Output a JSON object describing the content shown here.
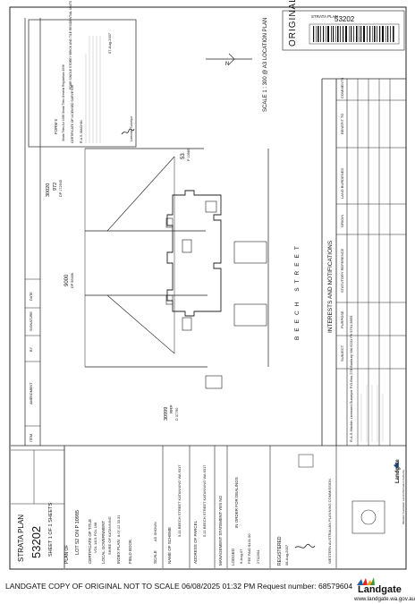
{
  "plan": {
    "original_stamp": "ORIGINAL",
    "stamp_title": "STRATA PLAN",
    "stamp_number": "53202",
    "title": "STRATA PLAN",
    "number": "53202",
    "sheet": "SHEET 1 OF 1 SHEETS",
    "plan_of_label": "PLAN OF",
    "plan_of_value": "LOT 52 ON P 10985",
    "cert_title": "CERTIFICATE OF TITLE",
    "cert_title_value": "VOL 1421 FOL 168",
    "local_gov_label": "LOCAL GOVERNMENT",
    "local_gov_value": "SHIRE OF KATANNING",
    "index_plan_label": "INDEX PLAN",
    "index_plan_value": "8.07.12 33.31",
    "field_book_label": "FIELD BOOK",
    "scale_label": "SCALE",
    "scale_value": "AS SHOWN",
    "scheme_name_label": "NAME OF SCHEME",
    "scheme_name_value": "5-11 BEECH STREET KATANNING WA 6317",
    "parcel_address_label": "ADDRESS OF PARCEL",
    "parcel_address_value": "5-11 BEECH STREET KATANNING WA 6317",
    "mgmt_statement": "MANAGEMENT STATEMENT YES NO",
    "lodged_label": "LODGED",
    "lodged_date": "6-Aug-07",
    "fee_paid": "FEE PAID $141.00",
    "lodged_number": "2711694",
    "registered_label": "REGISTERED",
    "registered_date": "08-Aug-2007",
    "in_order": "IN ORDER FOR DEALINGS",
    "amendment_headers": [
      "ITEM",
      "AMENDMENT",
      "BY",
      "SIGNATURE",
      "DATE"
    ],
    "lot_9000": "9000",
    "lot_9000_ref": "DP 55466",
    "lot_30020": "30020",
    "lot_972": "972",
    "lot_972_ref": "DP 172945",
    "lot_53": "53",
    "lot_53_ref": "P 10985",
    "lot_30999": "30999",
    "lot_30999_sub": "RRP",
    "lot_30999_ref": "D 37790",
    "street": "BEECH STREET",
    "location_plan": "SCALE 1 : 300 @ A3 LOCATION PLAN",
    "north": "N",
    "form": "FORM 5",
    "form_act": "Strata Titles Act 1985 Strata Titles General Regulations 1996",
    "surveyor_cert_title": "CERTIFICATE OF LICENSED SURVEYOR",
    "surveyor_name": "R.A.S. MACHIN",
    "surveyor_desc": "FOUR SINGLE STOREY BRICK AND TILE RESIDENTIAL UNITS",
    "surveyor_date": "07-Aug-2007",
    "licensed_surveyor": "Licensed Surveyor",
    "surveyor_block": "R.A.S Machin Licensed Surveyor P.O.Box 278 Bunbury WA 6231 Ph 9791 3855",
    "wa_planning": "WESTERN AUSTRALIAN PLANNING COMMISSION",
    "interests_title": "INTERESTS AND NOTIFICATIONS",
    "interests_headers": [
      "SUBJECT",
      "PURPOSE",
      "STATUTORY REFERENCE",
      "ORIGIN",
      "LAND BURDENED",
      "BENEFIT TO",
      "COMMENTS"
    ],
    "landgate_small": "Landgate",
    "landgate_small_sub": "Western Australian Land Information Authority"
  },
  "footer": {
    "copy_notice": "LANDGATE COPY OF ORIGINAL NOT TO SCALE   06/08/2025 01:32 PM   Request number: 68579604",
    "logo_text": "Landgate",
    "url": "www.landgate.wa.gov.au",
    "logo_colors": [
      "#1f5fa8",
      "#e1261c",
      "#e9a21b",
      "#3c9a3f"
    ]
  }
}
